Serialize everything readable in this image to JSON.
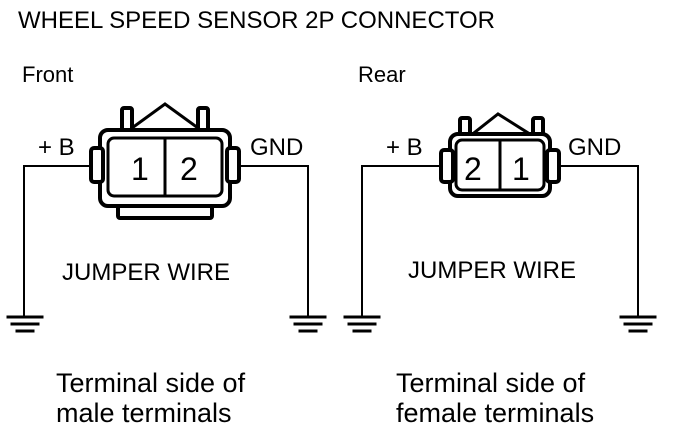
{
  "title": "WHEEL SPEED SENSOR 2P CONNECTOR",
  "front": {
    "label": "Front",
    "plus_b": "+ B",
    "gnd": "GND",
    "pin_left": "1",
    "pin_right": "2",
    "jumper": "JUMPER WIRE",
    "caption_line1": "Terminal side of",
    "caption_line2": "male terminals"
  },
  "rear": {
    "label": "Rear",
    "plus_b": "+ B",
    "gnd": "GND",
    "pin_left": "2",
    "pin_right": "1",
    "jumper": "JUMPER WIRE",
    "caption_line1": "Terminal side of",
    "caption_line2": "female terminals"
  }
}
